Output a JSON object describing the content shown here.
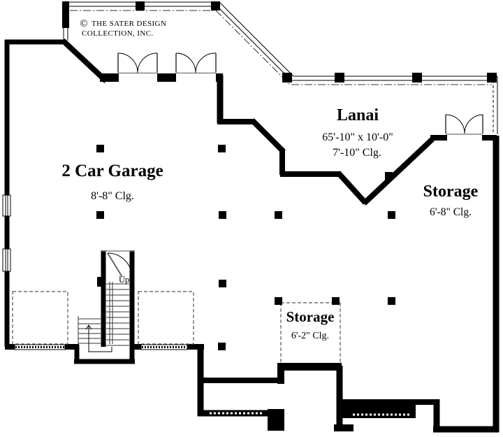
{
  "copyright": {
    "symbol": "©",
    "line1": "THE SATER DESIGN",
    "line2": "COLLECTION, INC."
  },
  "rooms": {
    "garage": {
      "name": "2 Car Garage",
      "ceiling": "8'-8\" Clg."
    },
    "lanai": {
      "name": "Lanai",
      "dimensions": "65'-10\" x 10'-0\"",
      "ceiling": "7'-10\" Clg."
    },
    "storage_right": {
      "name": "Storage",
      "ceiling": "6'-8\" Clg."
    },
    "storage_center": {
      "name": "Storage",
      "ceiling": "6'-2\" Clg."
    }
  },
  "stairs": {
    "direction_label": "Up"
  },
  "colors": {
    "wall": "#000000",
    "background": "#ffffff",
    "dashed_line": "#555555"
  }
}
